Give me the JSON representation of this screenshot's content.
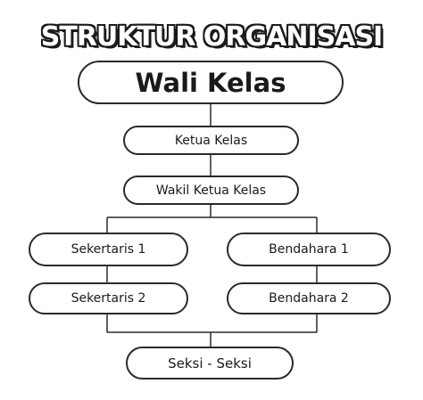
{
  "title": "STRUKTUR ORGANISASI",
  "nodes": {
    "wali_kelas": "Wali Kelas",
    "ketua_kelas": "Ketua Kelas",
    "wakil_ketua_kelas": "Wakil Ketua Kelas",
    "sekertaris_1": "Sekertaris 1",
    "sekertaris_2": "Sekertaris 2",
    "bendahara_1": "Bendahara 1",
    "bendahara_2": "Bendahara 2",
    "seksi_seksi": "Seksi - Seksi"
  },
  "colors": {
    "line": "#2a2a2a",
    "box_border": "#2a2a2a",
    "text": "#1a1a1a"
  }
}
